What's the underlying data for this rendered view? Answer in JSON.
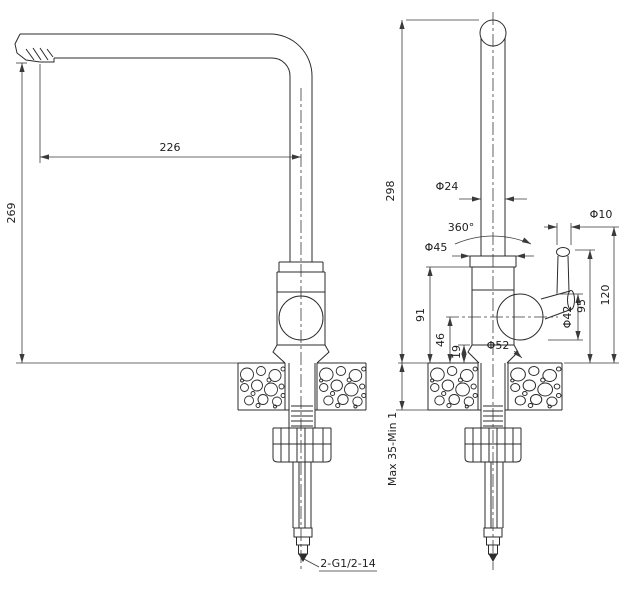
{
  "meta": {
    "background": "#ffffff",
    "line_color": "#2b2b2b",
    "dimension_color": "#3a3a3a"
  },
  "side_view": {
    "spout_reach": "226",
    "spout_height": "269",
    "thread_spec": "2-G1/2-14"
  },
  "front_view": {
    "total_height": "298",
    "spout_tube_dia": "Φ24",
    "swivel_angle": "360°",
    "body_dia": "Φ45",
    "handle_rod_dia": "Φ10",
    "handle_height": "95",
    "handle_top_height": "120",
    "body_height": "91",
    "joint_center_height": "46",
    "base_height": "19",
    "joint_dia": "Φ42",
    "base_dia": "Φ52",
    "mounting_range": "Max 35-Min 1"
  }
}
